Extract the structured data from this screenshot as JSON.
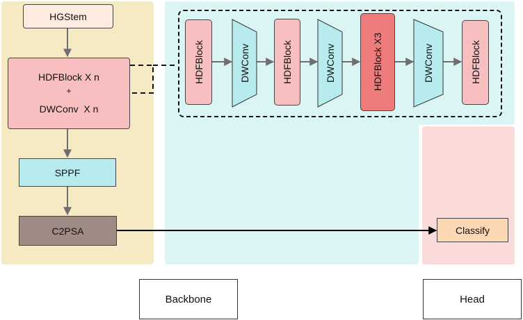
{
  "backbone": {
    "hgstem": "HGStem",
    "hdf_line1": "HDFBlock X n",
    "hdf_plus": "+",
    "hdf_line2": "DWConv  X n",
    "sppf": "SPPF",
    "c2psa": "C2PSA"
  },
  "expanded": {
    "hdfblock_1": "HDFBlock",
    "dwconv_1": "DWConv",
    "hdfblock_2": "HDFBlock",
    "dwconv_2": "DWConv",
    "hdfblock_x3": "HDFBlock X3",
    "dwconv_3": "DWConv",
    "hdfblock_3": "HDFBlock"
  },
  "head": {
    "classify": "Classify"
  },
  "labels": {
    "backbone": "Backbone",
    "head": "Head"
  },
  "colors": {
    "backbone_bg": "#f5eac3",
    "neck_bg": "#dbf4f4",
    "head_bg": "#fbdada",
    "hgstem": "#fdebe0",
    "hdf_block": "#f7bfbf",
    "hdf_x3": "#ee7c7c",
    "dwconv": "#b7ebee",
    "c2psa": "#9e8b86",
    "classify": "#fcd7b3"
  }
}
